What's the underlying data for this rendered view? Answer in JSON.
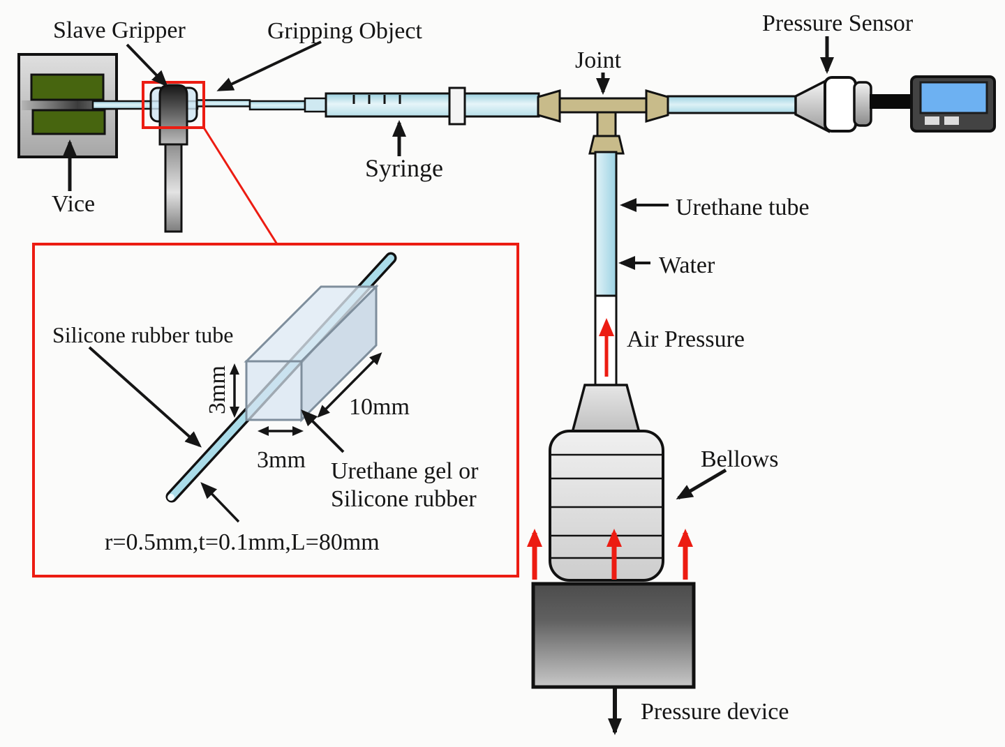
{
  "diagram": {
    "labels": {
      "slave_gripper": "Slave Gripper",
      "gripping_object": "Gripping Object",
      "vice": "Vice",
      "syringe": "Syringe",
      "joint": "Joint",
      "pressure_sensor": "Pressure Sensor",
      "urethane_tube": "Urethane tube",
      "water": "Water",
      "air_pressure": "Air Pressure",
      "bellows": "Bellows",
      "pressure_device": "Pressure device"
    },
    "inset": {
      "tube_label": "Silicone rubber tube",
      "dim_height": "3mm",
      "dim_width": "3mm",
      "dim_length": "10mm",
      "block_material_line1": "Urethane gel or",
      "block_material_line2": "Silicone rubber",
      "tube_spec": "r=0.5mm,t=0.1mm,L=80mm"
    },
    "colors": {
      "highlight_red": "#ec1c12",
      "tube_cyan": "#aadce9",
      "joint_tan": "#c8bb8a",
      "vice_pad_green": "#47650f",
      "screen_blue": "#6db1f2",
      "ink": "#151515"
    }
  }
}
